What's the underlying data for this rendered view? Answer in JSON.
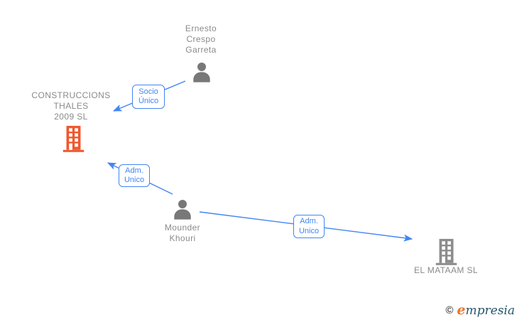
{
  "colors": {
    "edge_blue": "#4285f4",
    "company_orange": "#f0582f",
    "company_gray": "#8c8c8c",
    "person_gray": "#787878",
    "node_text_gray": "#8a8a8a",
    "logo_orange": "#e8782e",
    "logo_teal": "#26566f"
  },
  "nodes": {
    "ernesto": {
      "type": "person",
      "icon": "person-icon",
      "line1": "Ernesto",
      "line2": "Crespo",
      "line3": "Garreta"
    },
    "construccions": {
      "type": "company",
      "icon": "building-icon",
      "line1": "CONSTRUCCIONS",
      "line2": "THALES",
      "line3": "2009 SL"
    },
    "mounder": {
      "type": "person",
      "icon": "person-icon",
      "line1": "Mounder",
      "line2": "Khouri"
    },
    "el_mataam": {
      "type": "company",
      "icon": "building-icon",
      "line1": "EL MATAAM SL"
    }
  },
  "edge_labels": {
    "socio_unico": {
      "line1": "Socio",
      "line2": "Único"
    },
    "adm_unico_1": {
      "line1": "Adm.",
      "line2": "Unico"
    },
    "adm_unico_2": {
      "line1": "Adm.",
      "line2": "Unico"
    }
  },
  "logo": {
    "copyright": "©",
    "brand_first": "e",
    "brand_rest": "mpresia"
  }
}
